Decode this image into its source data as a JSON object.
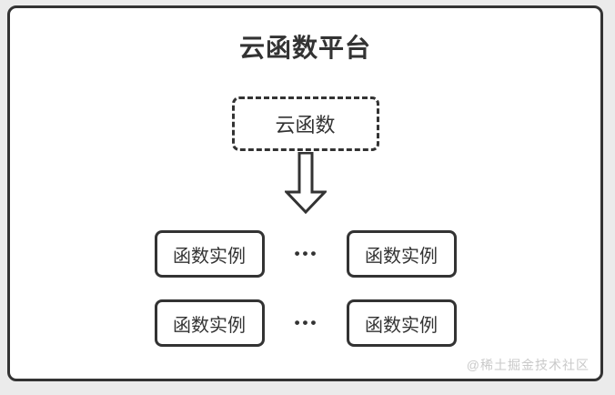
{
  "diagram": {
    "title": "云函数平台",
    "source_box": {
      "label": "云函数"
    },
    "rows": [
      {
        "boxes": [
          {
            "label": "函数实例"
          },
          {
            "label": "函数实例"
          }
        ],
        "separator": "•••"
      },
      {
        "boxes": [
          {
            "label": "函数实例"
          },
          {
            "label": "函数实例"
          }
        ],
        "separator": "•••"
      }
    ],
    "watermark": "@稀土掘金技术社区"
  },
  "colors": {
    "border": "#333333",
    "text": "#333333",
    "card_background": "#ffffff",
    "page_background": "#ebebeb",
    "watermark": "#c9c9c9"
  },
  "icons": {
    "down_arrow": "down-arrow-icon"
  }
}
